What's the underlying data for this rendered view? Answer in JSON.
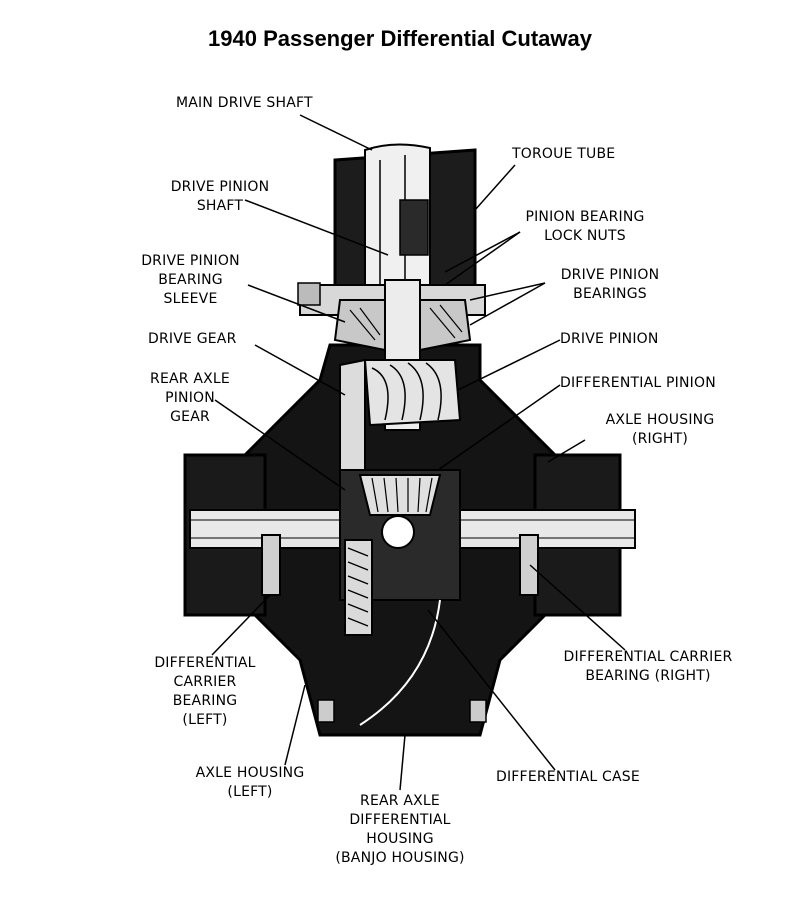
{
  "title": "1940 Passenger Differential Cutaway",
  "labels": {
    "main_drive_shaft": "MAIN DRIVE SHAFT",
    "torque_tube": "TOROUE TUBE",
    "drive_pinion_shaft": "DRIVE PINION\nSHAFT",
    "pinion_bearing_lock_nuts": "PINION BEARING\nLOCK NUTS",
    "drive_pinion_bearing_sleeve": "DRIVE PINION\nBEARING\nSLEEVE",
    "drive_pinion_bearings": "DRIVE PINION\nBEARINGS",
    "drive_gear": "DRIVE GEAR",
    "drive_pinion": "DRIVE PINION",
    "rear_axle_pinion_gear": "REAR AXLE\nPINION\nGEAR",
    "differential_pinion": "DIFFERENTIAL PINION",
    "axle_housing_right": "AXLE HOUSING\n(RIGHT)",
    "differential_carrier_bearing_left": "DIFFERENTIAL\nCARRIER\nBEARING\n(LEFT)",
    "differential_carrier_bearing_right": "DIFFERENTIAL CARRIER\nBEARING (RIGHT)",
    "axle_housing_left": "AXLE HOUSING\n(LEFT)",
    "differential_case": "DIFFERENTIAL CASE",
    "rear_axle_differential_housing": "REAR AXLE\nDIFFERENTIAL\nHOUSING\n(BANJO HOUSING)"
  }
}
